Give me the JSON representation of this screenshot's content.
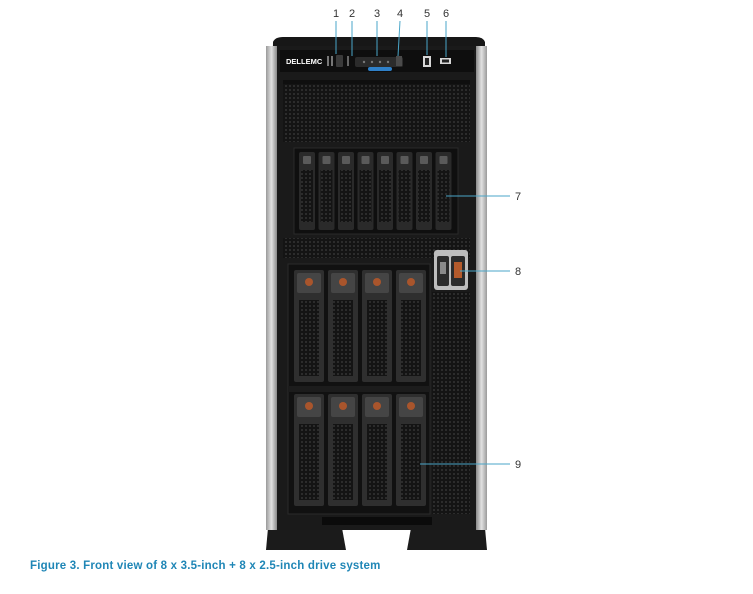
{
  "figure": {
    "brand_logo_text": "DELLEMC",
    "caption": "Figure 3. Front view of 8 x 3.5-inch + 8 x 2.5-inch drive system",
    "callouts": [
      {
        "num": "1",
        "target": "power-button"
      },
      {
        "num": "2",
        "target": "status-indicator"
      },
      {
        "num": "3",
        "target": "system-info-tag"
      },
      {
        "num": "4",
        "target": "id-button"
      },
      {
        "num": "5",
        "target": "usb-port"
      },
      {
        "num": "6",
        "target": "usb-port-2"
      },
      {
        "num": "7",
        "target": "drive-bay-2-5-inch"
      },
      {
        "num": "8",
        "target": "optical-drive-bay"
      },
      {
        "num": "9",
        "target": "drive-bay-3-5-inch"
      }
    ],
    "drive_counts": {
      "small_bays": 8,
      "large_bays": 8
    },
    "colors": {
      "chassis": "#161616",
      "bezel_silver": "#c9c9c9",
      "caption": "#1f86b6",
      "callout_line": "#4aa6c8",
      "drive_accent": "#a9552c"
    }
  }
}
